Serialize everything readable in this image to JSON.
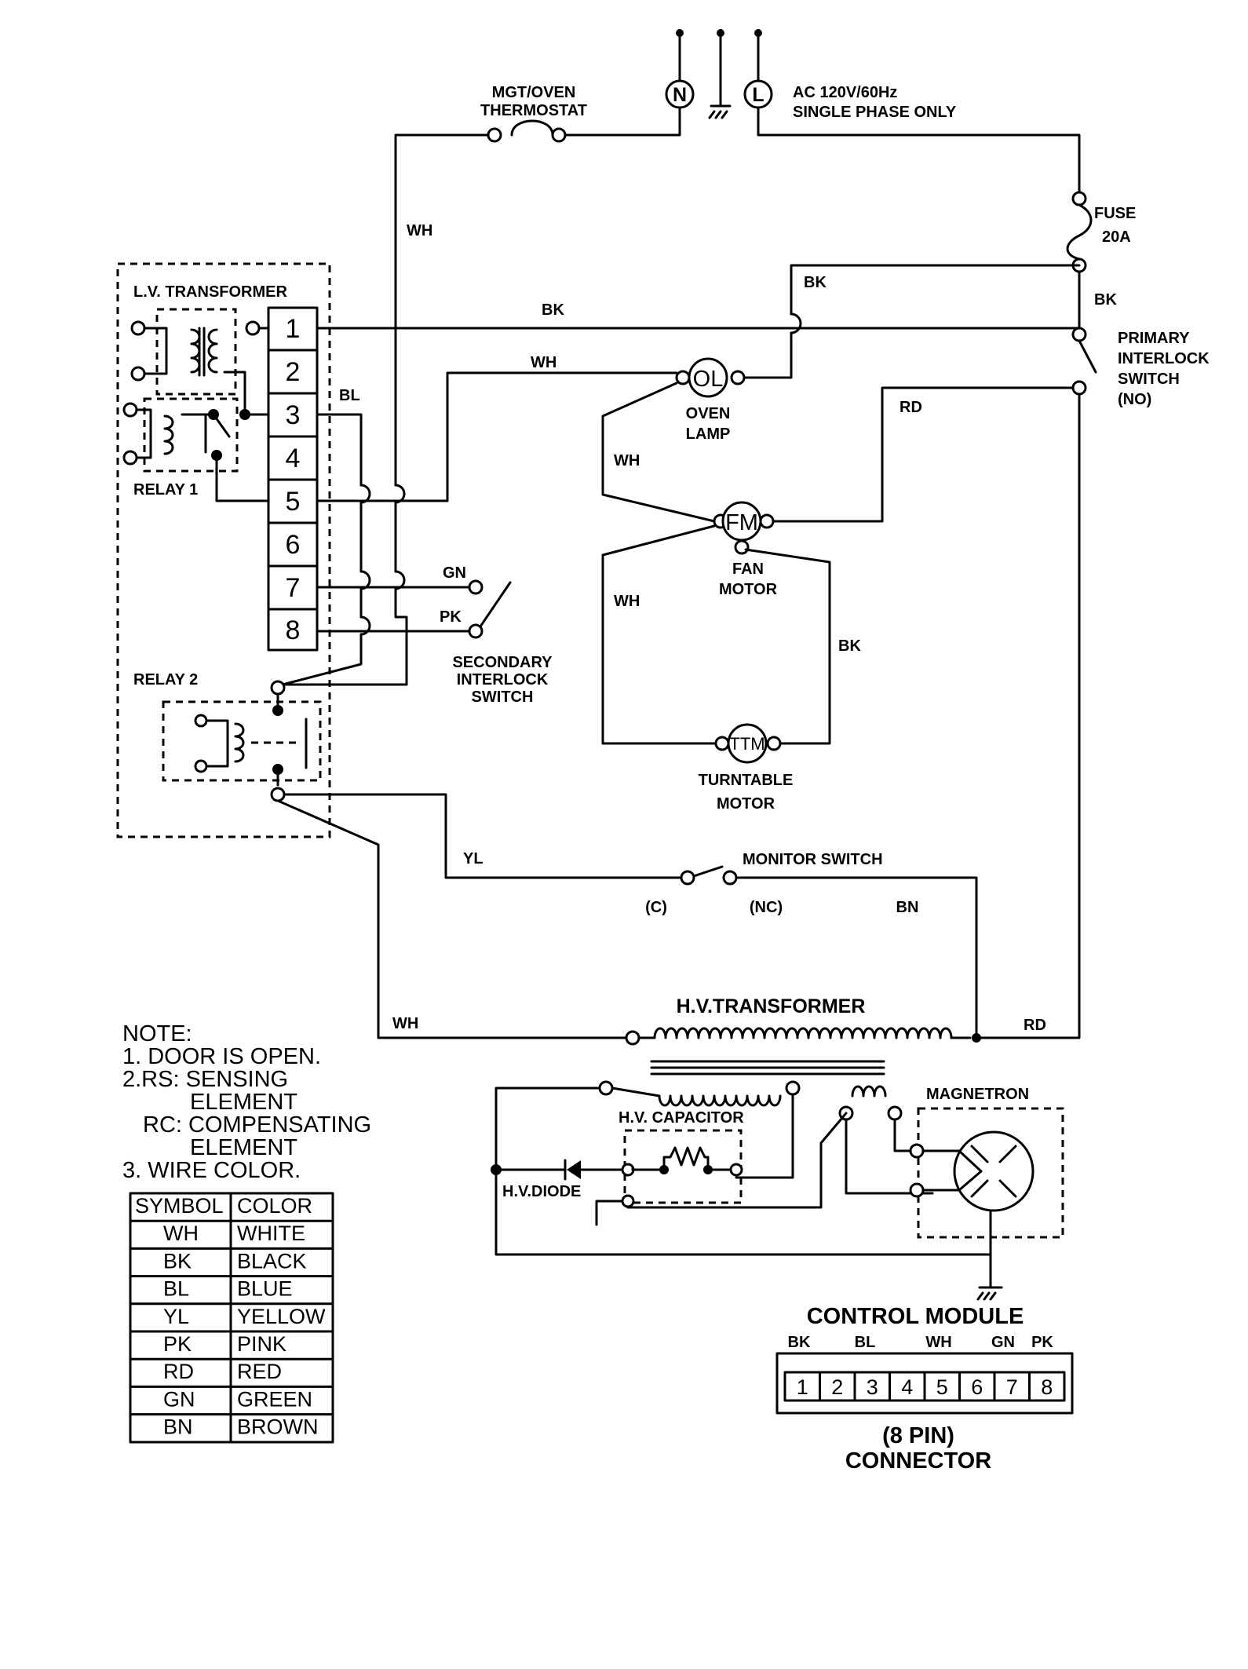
{
  "supply": {
    "neutral": "N",
    "line": "L",
    "spec_line1": "AC 120V/60Hz",
    "spec_line2": "SINGLE PHASE ONLY"
  },
  "thermostat": {
    "line1": "MGT/OVEN",
    "line2": "THERMOSTAT"
  },
  "fuse": {
    "line1": "FUSE",
    "line2": "20A"
  },
  "primary_switch": {
    "line1": "PRIMARY",
    "line2": "INTERLOCK",
    "line3": "SWITCH",
    "line4": "(NO)"
  },
  "secondary_switch": {
    "line1": "SECONDARY",
    "line2": "INTERLOCK",
    "line3": "SWITCH"
  },
  "monitor_switch": {
    "label": "MONITOR SWITCH",
    "common": "(C)",
    "nc": "(NC)"
  },
  "lv_transformer": {
    "label": "L.V. TRANSFORMER"
  },
  "relay1": {
    "label": "RELAY 1"
  },
  "relay2": {
    "label": "RELAY 2"
  },
  "terminal_pins": [
    "1",
    "2",
    "3",
    "4",
    "5",
    "6",
    "7",
    "8"
  ],
  "oven_lamp": {
    "symbol": "OL",
    "line1": "OVEN",
    "line2": "LAMP"
  },
  "fan_motor": {
    "symbol": "FM",
    "line1": "FAN",
    "line2": "MOTOR"
  },
  "turntable_motor": {
    "symbol": "TTM",
    "line1": "TURNTABLE",
    "line2": "MOTOR"
  },
  "hv_transformer": {
    "label": "H.V.TRANSFORMER"
  },
  "hv_capacitor": {
    "label": "H.V. CAPACITOR"
  },
  "hv_diode": {
    "label": "H.V.DIODE"
  },
  "magnetron": {
    "label": "MAGNETRON"
  },
  "wire_labels": {
    "wh_thermostat": "WH",
    "bk_fuse": "BK",
    "bk_pin1": "BK",
    "bk_lamp": "BK",
    "wh_pin5": "WH",
    "bl": "BL",
    "rd_fan": "RD",
    "wh_lamp_fan": "WH",
    "wh_fan_ttm": "WH",
    "bk_fan_ttm": "BK",
    "gn": "GN",
    "pk": "PK",
    "yl": "YL",
    "bn": "BN",
    "wh_hv": "WH",
    "rd_hv": "RD"
  },
  "control_module": {
    "title": "CONTROL MODULE",
    "wire_labels": [
      "BK",
      "BL",
      "WH",
      "GN",
      "PK"
    ],
    "pins": [
      "1",
      "2",
      "3",
      "4",
      "5",
      "6",
      "7",
      "8"
    ],
    "caption_line1": "(8 PIN)",
    "caption_line2": "CONNECTOR"
  },
  "notes": {
    "title": "NOTE:",
    "line1": "1. DOOR IS OPEN.",
    "line2": "2.RS: SENSING",
    "line3": "ELEMENT",
    "line4": "RC: COMPENSATING",
    "line5": "ELEMENT",
    "line6": "3. WIRE COLOR."
  },
  "wire_color_table": {
    "headers": [
      "SYMBOL",
      "COLOR"
    ],
    "rows": [
      [
        "WH",
        "WHITE"
      ],
      [
        "BK",
        "BLACK"
      ],
      [
        "BL",
        "BLUE"
      ],
      [
        "YL",
        "YELLOW"
      ],
      [
        "PK",
        "PINK"
      ],
      [
        "RD",
        "RED"
      ],
      [
        "GN",
        "GREEN"
      ],
      [
        "BN",
        "BROWN"
      ]
    ]
  }
}
